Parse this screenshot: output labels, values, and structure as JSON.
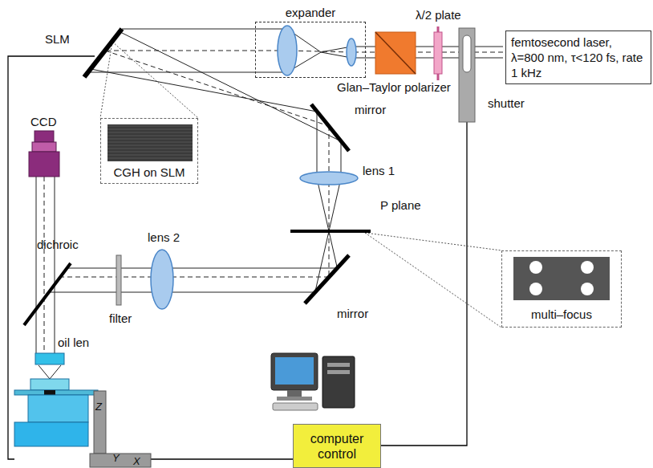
{
  "diagram": {
    "nodes": [
      {
        "text": [
          "expander"
        ]
      },
      {
        "text": [
          "femtosecond laser, λ=800 nm, τ<120 fs, rate 1 kHz"
        ]
      },
      {
        "text": [
          "CGH on SLM"
        ]
      },
      {
        "text": [
          "multi–focus"
        ]
      },
      {
        "text": [
          "computer control"
        ]
      }
    ],
    "labels": [
      "SLM",
      "λ/2 plate",
      "Glan–Taylor polarizer",
      "shutter",
      "mirror",
      "lens 1",
      "P plane",
      "CCD",
      "dichroic",
      "lens 2",
      "filter",
      "mirror",
      "oil len",
      "Z",
      "Y",
      "X"
    ]
  }
}
